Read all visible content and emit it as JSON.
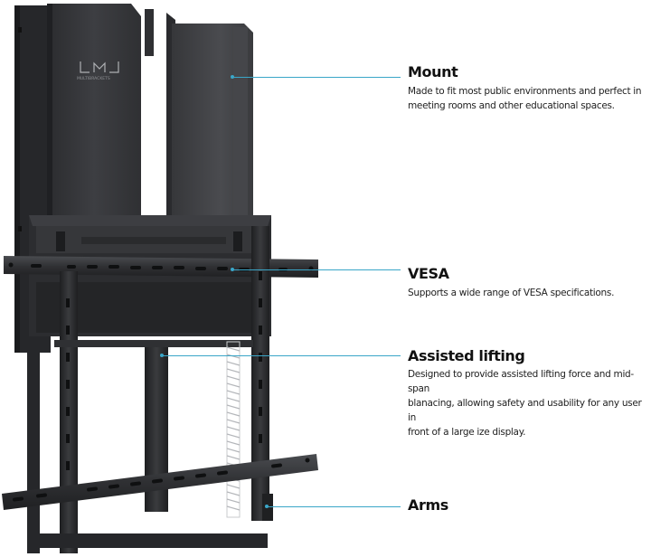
{
  "product": {
    "logo_text": "MULTIBRACKETS",
    "image_name": "height-adjustable-wall-mount-photo"
  },
  "colors": {
    "accent": "#3aa6c8",
    "metal_dark": "#2a2b2d",
    "metal_mid": "#3c3d40",
    "metal_light": "#55575b",
    "text_title": "#111111",
    "text_body": "#222222"
  },
  "callouts": [
    {
      "id": "mount",
      "title": "Mount",
      "description_lines": [
        "Made to fit most public environments and perfect in",
        "meeting rooms and other educational spaces."
      ]
    },
    {
      "id": "vesa",
      "title": "VESA",
      "description_lines": [
        "Supports a wide range of VESA specifications."
      ]
    },
    {
      "id": "assisted-lifting",
      "title": "Assisted lifting",
      "description_lines": [
        "Designed to provide assisted lifting force and mid-span",
        "blanacing, allowing safety and usability for any user in",
        "front of a large ize display."
      ]
    },
    {
      "id": "arms",
      "title": "Arms",
      "description_lines": []
    }
  ]
}
